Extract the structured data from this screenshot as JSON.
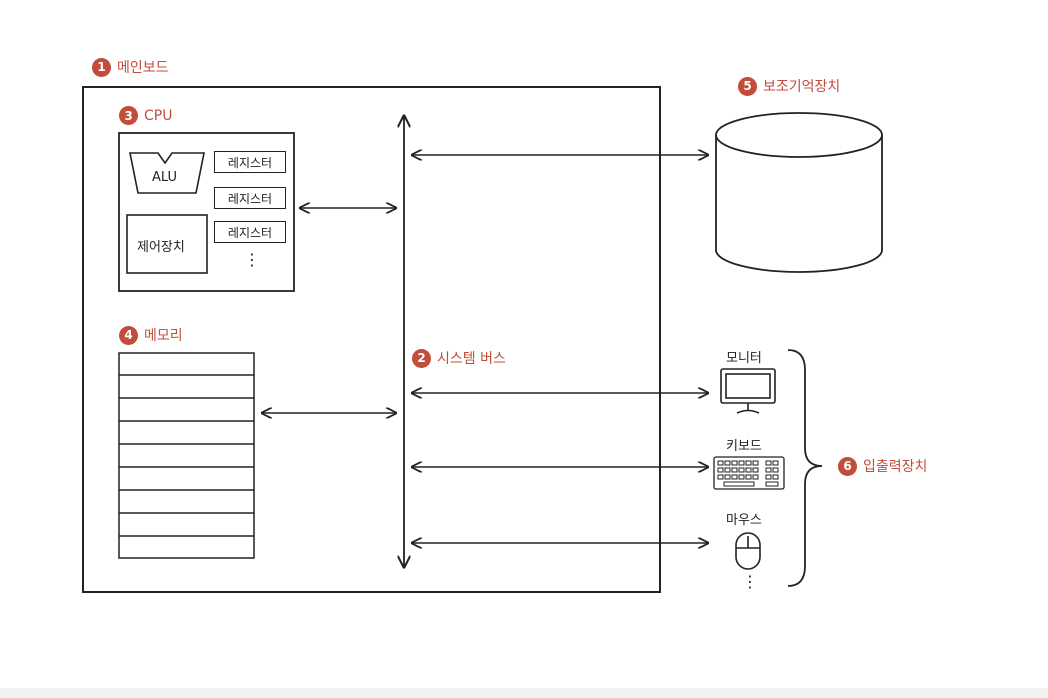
{
  "colors": {
    "accent": "#c24d3b",
    "line": "#222222",
    "background": "#ffffff"
  },
  "mainboard": {
    "number": "1",
    "label": "메인보드"
  },
  "system_bus": {
    "number": "2",
    "label": "시스템 버스"
  },
  "cpu": {
    "number": "3",
    "label": "CPU",
    "alu_label": "ALU",
    "control_unit_label": "제어장치",
    "registers": [
      "레지스터",
      "레지스터",
      "레지스터"
    ],
    "more": "⋮"
  },
  "memory": {
    "number": "4",
    "label": "메모리"
  },
  "storage": {
    "number": "5",
    "label": "보조기억장치"
  },
  "io": {
    "number": "6",
    "label": "입출력장치",
    "monitor_label": "모니터",
    "keyboard_label": "키보드",
    "mouse_label": "마우스",
    "more": "⋮"
  }
}
